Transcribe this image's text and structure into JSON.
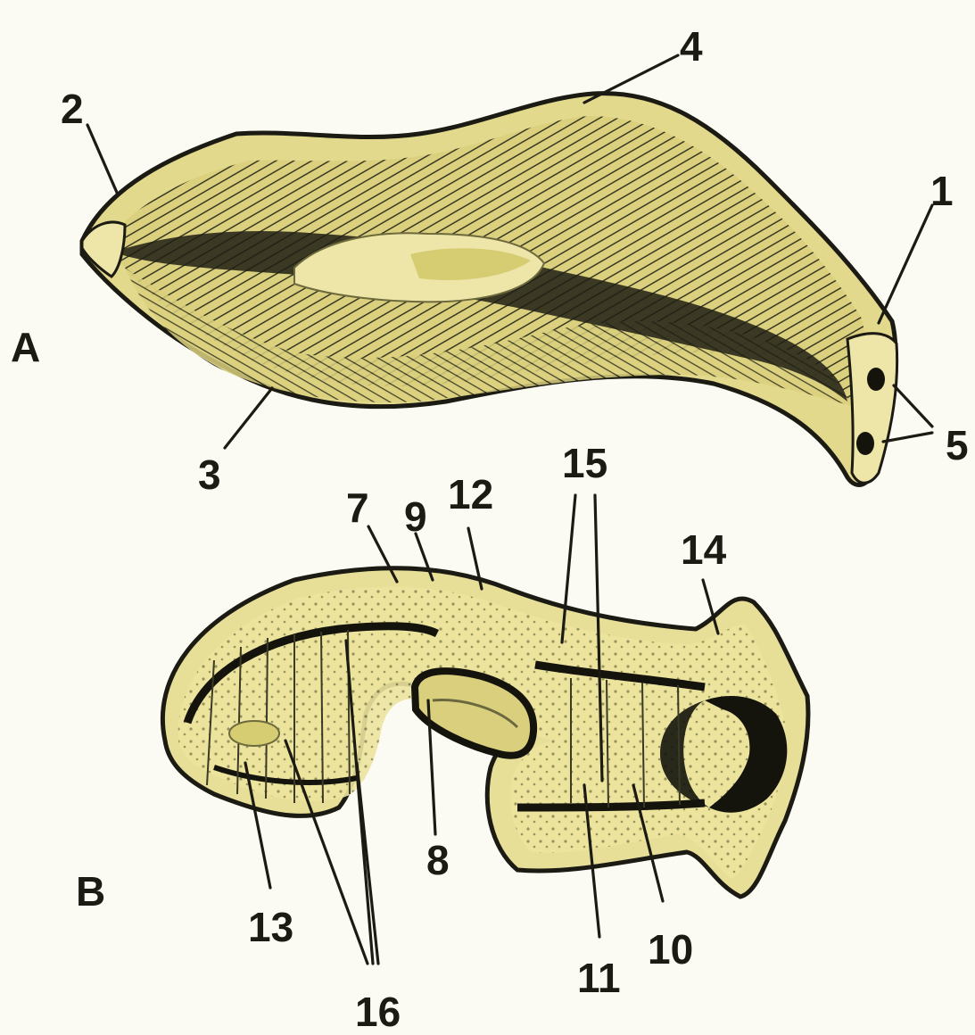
{
  "figure": {
    "panels": [
      {
        "letter": "A"
      },
      {
        "letter": "B"
      }
    ],
    "callouts": [
      "1",
      "2",
      "3",
      "4",
      "5",
      "7",
      "8",
      "9",
      "10",
      "11",
      "12",
      "13",
      "14",
      "15",
      "16"
    ]
  },
  "colors": {
    "body_fill": "#e3d98c",
    "body_light": "#eee6a8",
    "ink": "#1b1b14",
    "background": "#fbfbf3"
  }
}
